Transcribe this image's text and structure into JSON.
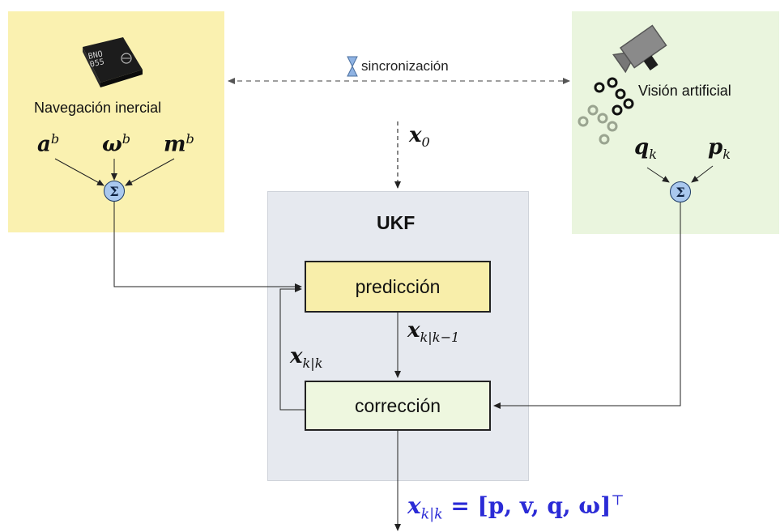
{
  "inertial": {
    "title": "Navegación inercial",
    "chip_text_line1": "BNO",
    "chip_text_line2": "055",
    "inputs": [
      "a",
      "ω",
      "m"
    ],
    "input_sup": "b"
  },
  "vision": {
    "title": "Visión artificial",
    "inputs": [
      {
        "sym": "q",
        "sub": "k"
      },
      {
        "sym": "p",
        "sub": "k"
      }
    ]
  },
  "sync": {
    "label": "sincronización"
  },
  "initial": {
    "sym": "x",
    "sub": "0"
  },
  "ukf": {
    "title": "UKF",
    "prediction": "predicción",
    "correction": "corrección",
    "pred_out": {
      "sym": "x",
      "sub": "k|k−1"
    },
    "feedback": {
      "sym": "x",
      "sub": "k|k"
    }
  },
  "output": {
    "sym": "x",
    "sub": "k|k",
    "rhs": " = [p, v, q, ω]",
    "sup": "⊤",
    "color": "#2b2bd6"
  },
  "sigma_symbol": "Σ",
  "colors": {
    "inertial_bg": "#faf1b0",
    "vision_bg": "#eaf5de",
    "ukf_bg": "#e6e9ef",
    "sigma_bg": "#a9c8ee"
  }
}
